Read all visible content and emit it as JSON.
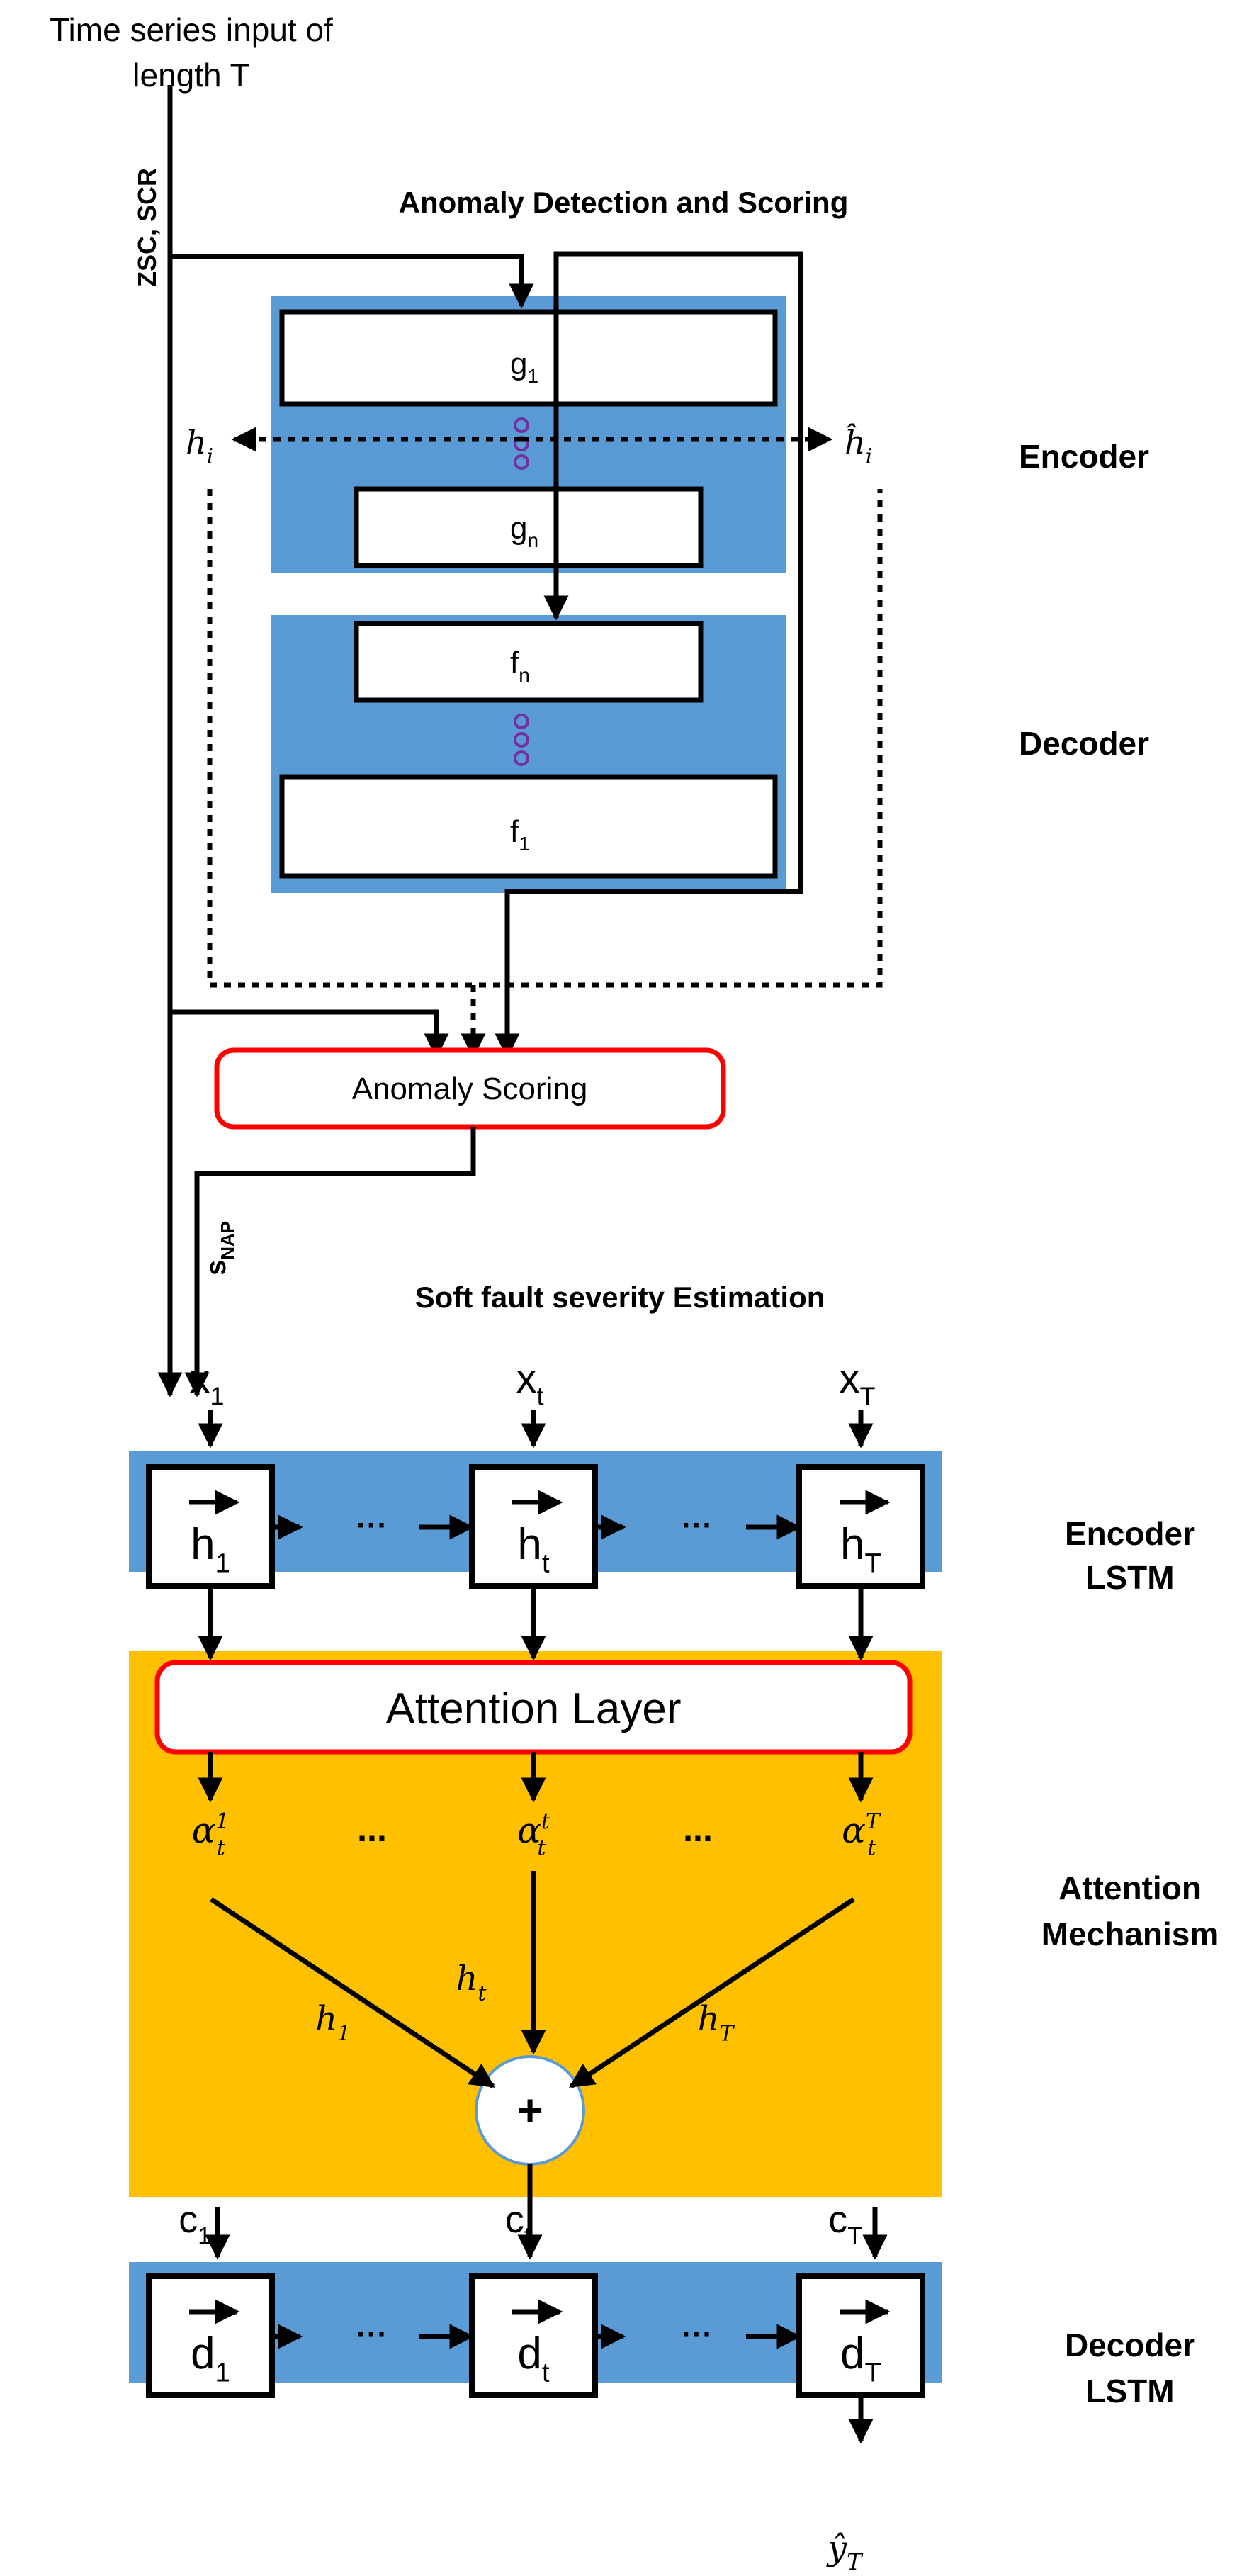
{
  "input": {
    "title_line1": "Time series input of",
    "title_line2": "length T",
    "features": "ZSC, SCR"
  },
  "anomaly_section": {
    "title": "Anomaly Detection and Scoring",
    "encoder_label": "Encoder",
    "decoder_label": "Decoder",
    "g1": "g",
    "g1_sub": "1",
    "gn": "g",
    "gn_sub": "n",
    "fn": "f",
    "fn_sub": "n",
    "f1": "f",
    "f1_sub": "1",
    "h_i": "h",
    "h_i_sub": "i",
    "hhat_i": "ĥ",
    "hhat_i_sub": "i",
    "scoring_label": "Anomaly Scoring",
    "s_nap": "s",
    "s_nap_sub": "NAP"
  },
  "severity_section": {
    "title": "Soft fault severity Estimation",
    "encoder_lstm_line1": "Encoder",
    "encoder_lstm_line2": "LSTM",
    "attention_line1": "Attention",
    "attention_line2": "Mechanism",
    "decoder_lstm_line1": "Decoder",
    "decoder_lstm_line2": "LSTM",
    "attention_layer": "Attention Layer",
    "inputs": [
      {
        "base": "x",
        "sub": "1"
      },
      {
        "base": "x",
        "sub": "t"
      },
      {
        "base": "x",
        "sub": "T"
      }
    ],
    "enc_states": [
      {
        "base": "h",
        "sub": "1"
      },
      {
        "base": "h",
        "sub": "t"
      },
      {
        "base": "h",
        "sub": "T"
      }
    ],
    "alphas": [
      {
        "base": "α",
        "sup": "1",
        "sub": "t"
      },
      {
        "base": "α",
        "sup": "t",
        "sub": "t"
      },
      {
        "base": "α",
        "sup": "T",
        "sub": "t"
      }
    ],
    "weights": [
      {
        "base": "h",
        "sub": "1"
      },
      {
        "base": "h",
        "sub": "t"
      },
      {
        "base": "h",
        "sub": "T"
      }
    ],
    "ellipsis": "...",
    "plus": "+",
    "contexts": [
      {
        "base": "c",
        "sub": "1"
      },
      {
        "base": "c",
        "sub": "t"
      },
      {
        "base": "c",
        "sub": "T"
      }
    ],
    "dec_states": [
      {
        "base": "d",
        "sub": "1"
      },
      {
        "base": "d",
        "sub": "t"
      },
      {
        "base": "d",
        "sub": "T"
      }
    ],
    "output": {
      "base": "ŷ",
      "sub": "T"
    },
    "h_dots": "···"
  },
  "colors": {
    "blue": "#5b9bd5",
    "orange": "#ffc000",
    "red": "#ff0000",
    "black": "#000000",
    "dot_purple": "#7030a0"
  }
}
